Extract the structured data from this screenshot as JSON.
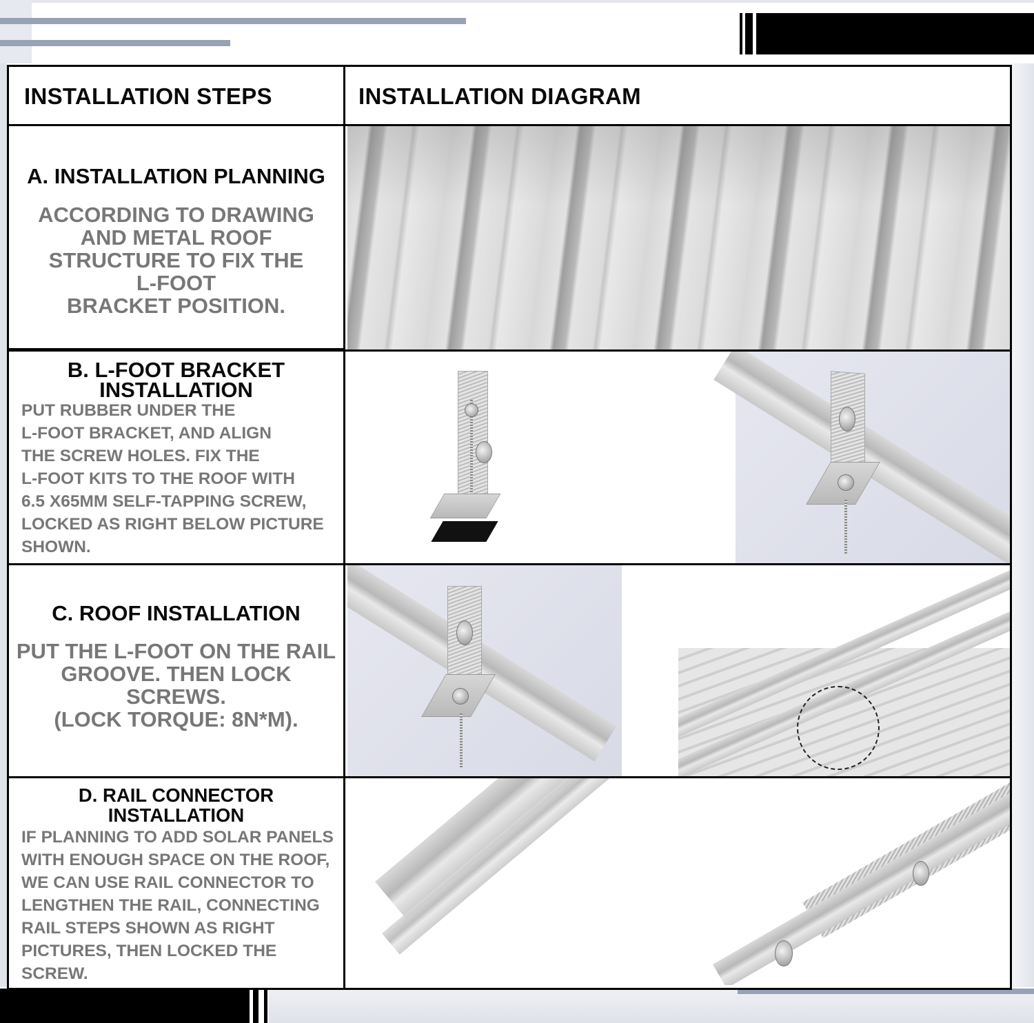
{
  "header": {
    "steps_title": "INSTALLATION STEPS",
    "diagram_title": "INSTALLATION DIAGRAM"
  },
  "steps": [
    {
      "id": "A",
      "title": "A. INSTALLATION PLANNING",
      "body_lines": [
        "ACCORDING TO DRAWING",
        "AND METAL ROOF",
        "STRUCTURE TO FIX THE",
        "L-FOOT",
        "BRACKET POSITION."
      ],
      "diagram": {
        "images": [
          "corrugated-metal-roof-photo"
        ]
      }
    },
    {
      "id": "B",
      "title_lines": [
        "B. L-FOOT BRACKET",
        "INSTALLATION"
      ],
      "body_lines": [
        "PUT RUBBER UNDER THE",
        "L-FOOT BRACKET, AND ALIGN",
        "THE SCREW HOLES. FIX THE",
        "L-FOOT KITS TO THE ROOF WITH",
        "6.5 X65MM SELF-TAPPING SCREW,",
        "LOCKED AS RIGHT BELOW PICTURE",
        "SHOWN."
      ],
      "diagram": {
        "images": [
          "l-foot-bracket-with-rubber-pad",
          "arrow-right",
          "l-foot-mounted-on-rail"
        ]
      }
    },
    {
      "id": "C",
      "title": "C. ROOF  INSTALLATION",
      "body_lines": [
        "PUT THE L-FOOT ON THE RAIL",
        "GROOVE. THEN LOCK",
        "SCREWS.",
        "(LOCK TORQUE: 8N*M)."
      ],
      "diagram": {
        "images": [
          "l-foot-mounted-on-rail",
          "rails-on-metal-roof-with-highlight"
        ]
      }
    },
    {
      "id": "D",
      "title": "D. RAIL CONNECTOR INSTALLATION",
      "body_lines": [
        "IF PLANNING TO ADD SOLAR PANELS",
        "WITH ENOUGH SPACE ON THE ROOF,",
        "WE CAN USE RAIL CONNECTOR TO",
        "LENGTHEN THE RAIL, CONNECTING",
        "RAIL STEPS SHOWN AS RIGHT",
        "PICTURES, THEN LOCKED THE SCREW."
      ],
      "diagram": {
        "images": [
          "aluminum-rail-profile",
          "arrow-right",
          "rails-joined-with-connector"
        ]
      }
    }
  ],
  "colors": {
    "title_text": "#0a0a0a",
    "body_text": "#777777",
    "border": "#000000",
    "accent_bar": "#98a2b6"
  }
}
